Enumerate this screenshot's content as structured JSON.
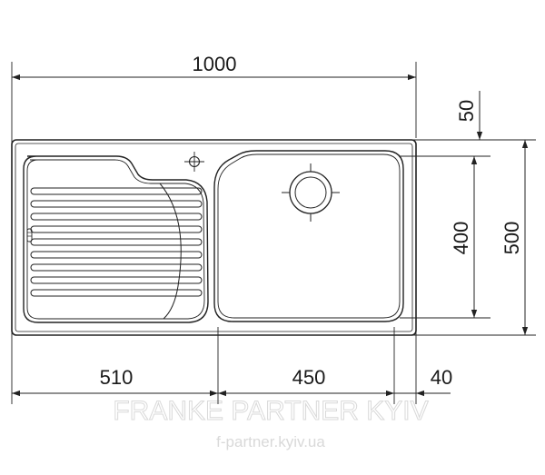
{
  "dimensions": {
    "overall_width": "1000",
    "offset_top": "50",
    "bowl_depth": "400",
    "overall_depth": "500",
    "drainer_width": "510",
    "bowl_width": "450",
    "offset_right": "40"
  },
  "watermark": {
    "brand": "FRANKE PARTNER KYIV",
    "url": "f-partner.kyiv.ua"
  },
  "colors": {
    "line": "#222222",
    "watermark": "#d9d9d9"
  },
  "icons": [
    "tap-hole-icon",
    "drain-icon",
    "overflow-icon"
  ]
}
